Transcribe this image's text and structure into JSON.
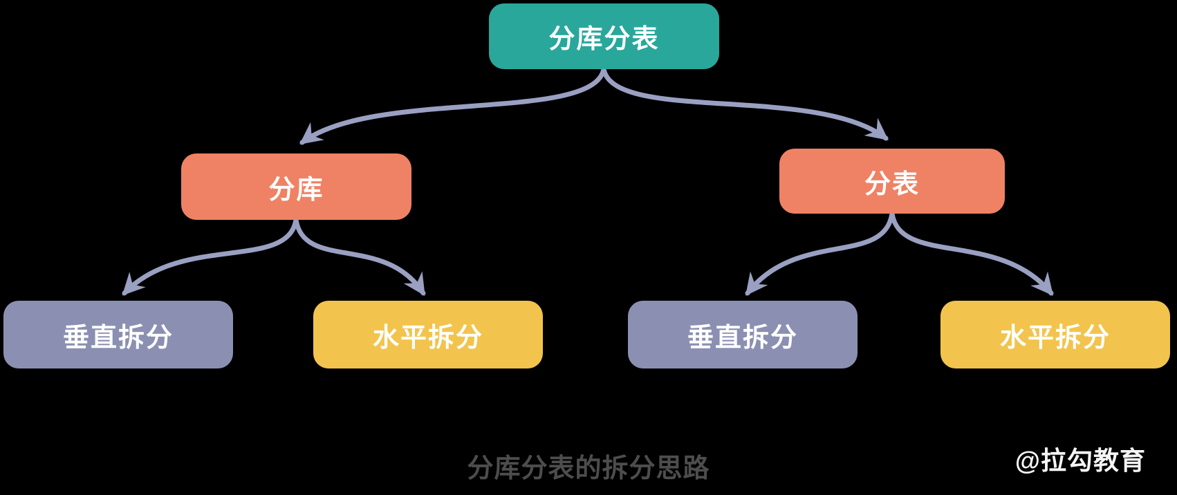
{
  "background": "#000000",
  "caption": "分库分表的拆分思路",
  "watermark": "@拉勾教育",
  "colors": {
    "root_node": "#2aa79b",
    "level2_node": "#ef8264",
    "vertical_split_node": "#8b90b2",
    "horizontal_split_node": "#f2c44d",
    "arrow": "#9aa0c2",
    "node_text": "#ffffff",
    "caption_text": "#4d4d4d",
    "watermark_text": "#f5f5f5"
  },
  "diagram": {
    "type": "tree",
    "root": {
      "label": "分库分表",
      "color": "#2aa79b"
    },
    "children": [
      {
        "label": "分库",
        "color": "#ef8264",
        "children": [
          {
            "label": "垂直拆分",
            "color": "#8b90b2"
          },
          {
            "label": "水平拆分",
            "color": "#f2c44d"
          }
        ]
      },
      {
        "label": "分表",
        "color": "#ef8264",
        "children": [
          {
            "label": "垂直拆分",
            "color": "#8b90b2"
          },
          {
            "label": "水平拆分",
            "color": "#f2c44d"
          }
        ]
      }
    ]
  }
}
